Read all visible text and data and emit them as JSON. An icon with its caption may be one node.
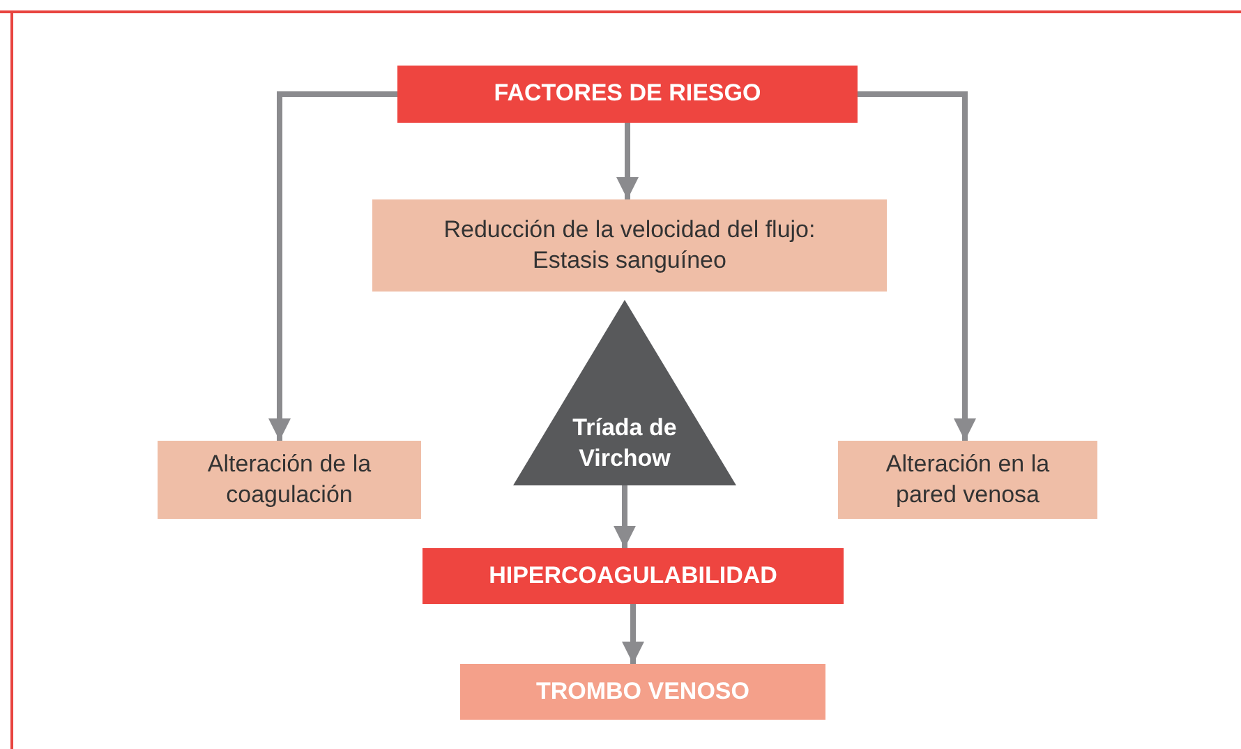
{
  "diagram": {
    "nodes": [
      {
        "text": [
          "FACTORES DE RIESGO"
        ]
      },
      {
        "text": [
          "Reducción de la velocidad del flujo: Estasis sanguíneo"
        ]
      },
      {
        "text": [
          "Tríada de Virchow"
        ]
      },
      {
        "text": [
          "Alteración de la coagulación"
        ]
      },
      {
        "text": [
          "Alteración en la pared venosa"
        ]
      },
      {
        "text": [
          "HIPERCOAGULABILIDAD"
        ]
      },
      {
        "text": [
          "TROMBO VENOSO"
        ]
      }
    ],
    "edges": [
      {
        "from": 0,
        "to": 1,
        "arrow": "to"
      },
      {
        "from": 0,
        "to": 3,
        "arrow": "to"
      },
      {
        "from": 0,
        "to": 4,
        "arrow": "to"
      },
      {
        "from": 2,
        "to": 5,
        "arrow": "to"
      },
      {
        "from": 5,
        "to": 6,
        "arrow": "to"
      }
    ]
  }
}
